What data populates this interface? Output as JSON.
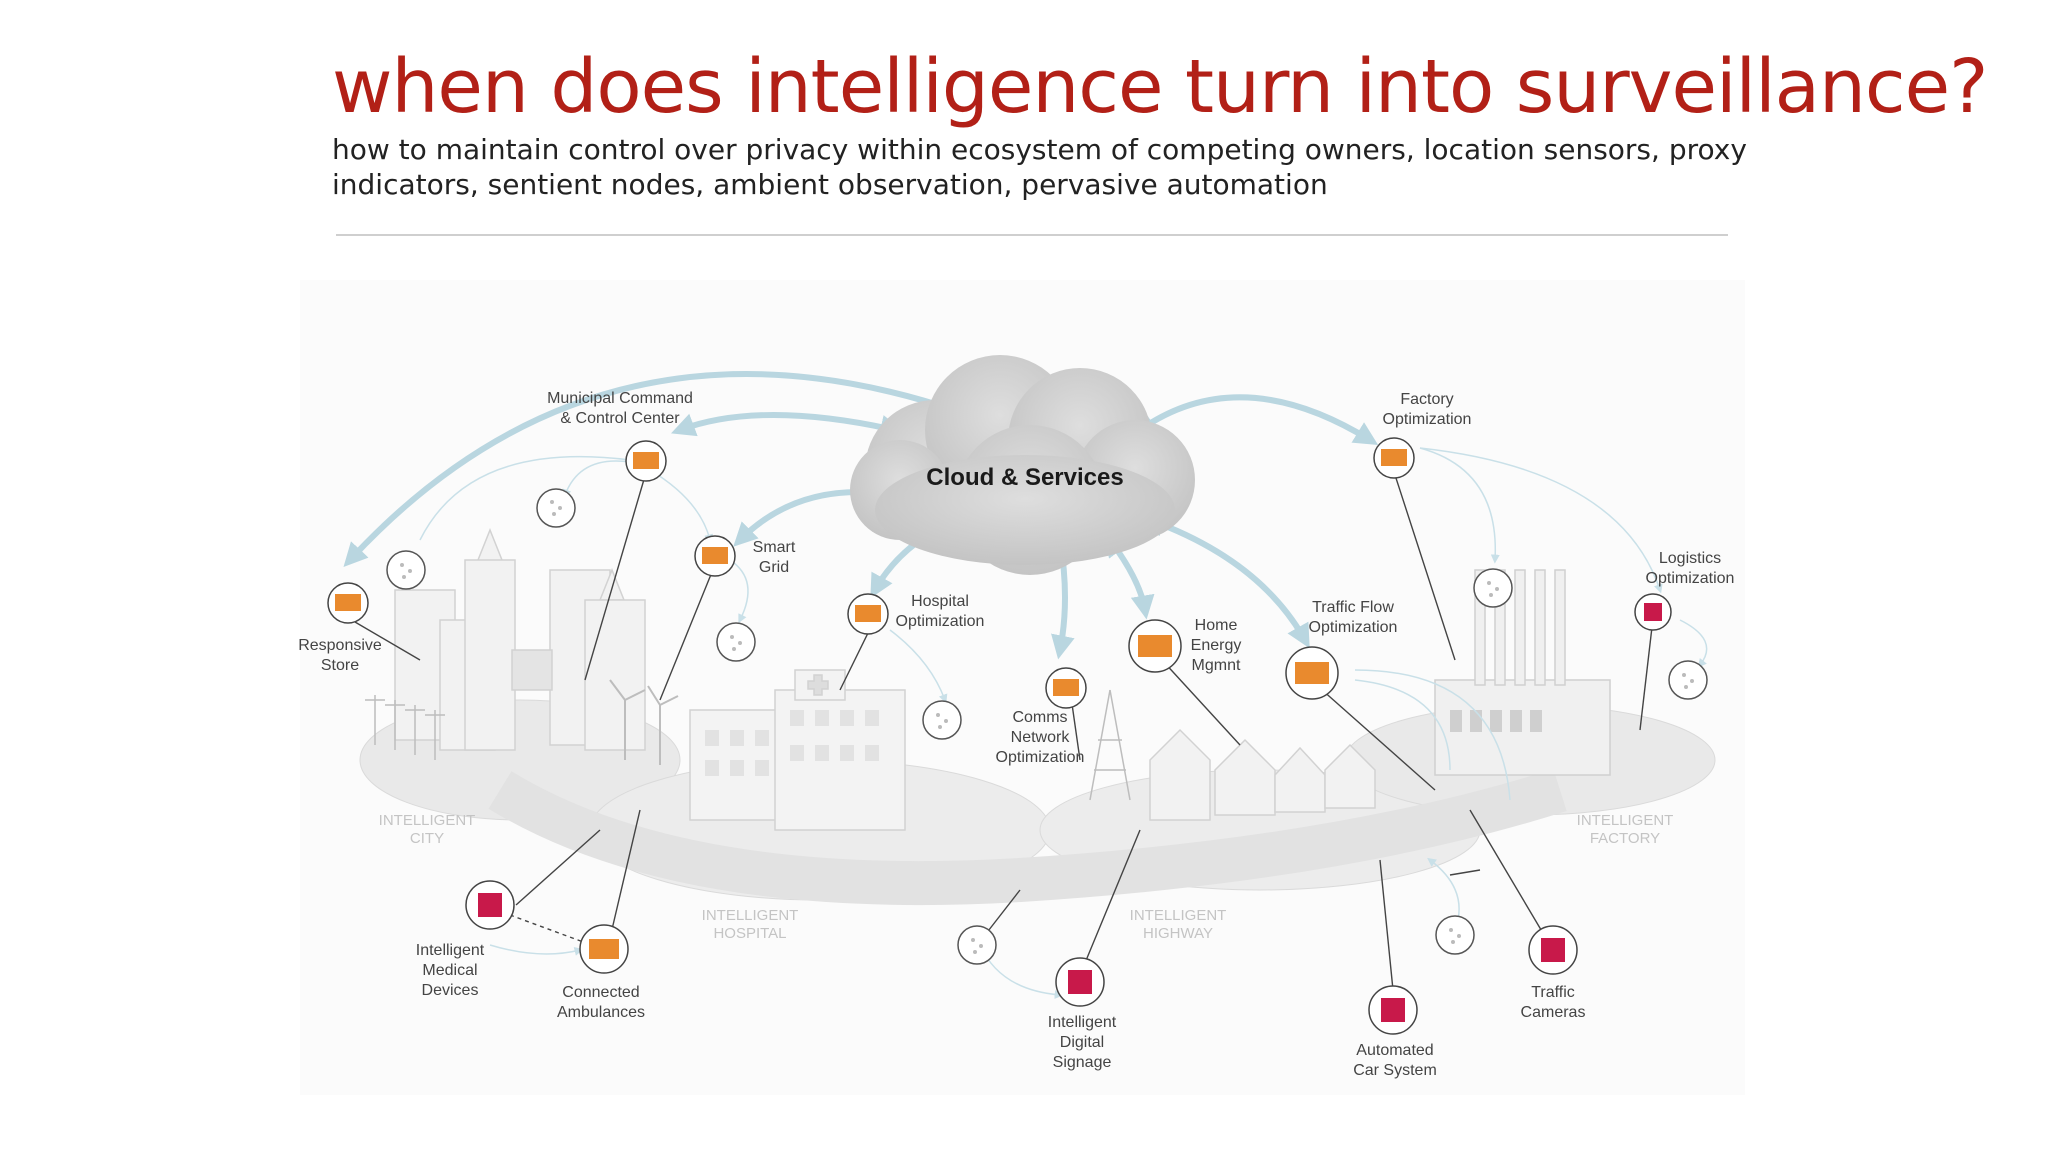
{
  "slide": {
    "title": "when does intelligence turn into surveillance?",
    "subtitle": "how to maintain control over privacy within ecosystem of competing owners, location sensors, proxy indicators, sentient nodes, ambient observation, pervasive automation"
  },
  "diagram": {
    "cloud": "Cloud & Services",
    "zones": {
      "city": [
        "INTELLIGENT",
        "CITY"
      ],
      "hospital": [
        "INTELLIGENT",
        "HOSPITAL"
      ],
      "highway": [
        "INTELLIGENT",
        "HIGHWAY"
      ],
      "factory": [
        "INTELLIGENT",
        "FACTORY"
      ]
    },
    "nodes": {
      "municipal": [
        "Municipal Command",
        "& Control Center"
      ],
      "smart_grid": [
        "Smart",
        "Grid"
      ],
      "responsive_store": [
        "Responsive",
        "Store"
      ],
      "hospital_opt": [
        "Hospital",
        "Optimization"
      ],
      "comms": [
        "Comms",
        "Network",
        "Optimization"
      ],
      "home_energy": [
        "Home",
        "Energy",
        "Mgmnt"
      ],
      "traffic_flow": [
        "Traffic Flow",
        "Optimization"
      ],
      "factory_opt": [
        "Factory",
        "Optimization"
      ],
      "logistics": [
        "Logistics",
        "Optimization"
      ],
      "medical": [
        "Intelligent",
        "Medical",
        "Devices"
      ],
      "ambulances": [
        "Connected",
        "Ambulances"
      ],
      "signage": [
        "Intelligent",
        "Digital",
        "Signage"
      ],
      "car_system": [
        "Automated",
        "Car System"
      ],
      "cameras": [
        "Traffic",
        "Cameras"
      ]
    },
    "colors": {
      "title_red": "#b22017",
      "arrow_blue": "#b9d6e0",
      "orange_box": "#e98a2e",
      "crimson_box": "#c8194a",
      "cloud_gray": "#cfcfcf"
    }
  }
}
